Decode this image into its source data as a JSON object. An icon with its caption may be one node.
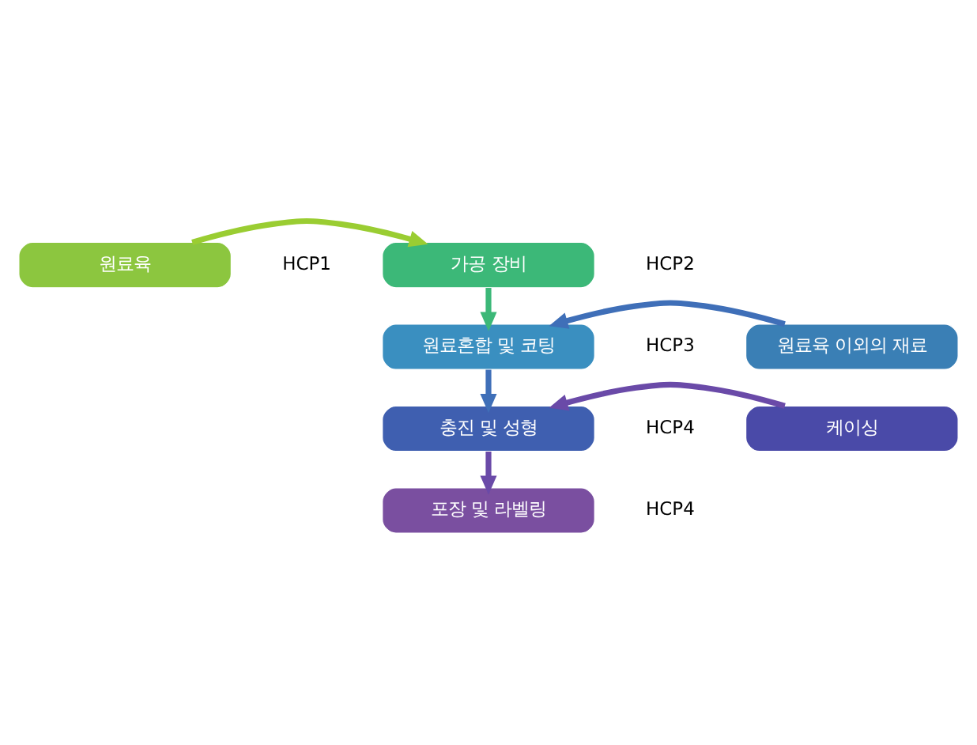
{
  "diagram": {
    "nodes": [
      {
        "text": [
          "원료육"
        ],
        "beside": [
          "HCP1"
        ]
      },
      {
        "text": [
          "가공 장비"
        ],
        "beside": [
          "HCP2"
        ]
      },
      {
        "text": [
          "원료혼합 및 코팅"
        ],
        "beside": [
          "HCP3"
        ]
      },
      {
        "text": [
          "충진 및 성형"
        ],
        "beside": [
          "HCP4"
        ]
      },
      {
        "text": [
          "포장 및 라벨링"
        ],
        "beside": [
          "HCP4"
        ]
      },
      {
        "text": [
          "원료육 이외의 재료"
        ]
      },
      {
        "text": [
          "케이싱"
        ]
      }
    ],
    "edges": [
      {
        "from": 0,
        "to": 1,
        "arrow": "to",
        "color": "#9acd32"
      },
      {
        "from": 1,
        "to": 2,
        "arrow": "to",
        "color": "#3cb878"
      },
      {
        "from": 2,
        "to": 3,
        "arrow": "to",
        "color": "#3f6fb8"
      },
      {
        "from": 3,
        "to": 4,
        "arrow": "to",
        "color": "#6a4aa8"
      },
      {
        "from": 5,
        "to": 2,
        "arrow": "to",
        "color": "#3f6fb8"
      },
      {
        "from": 6,
        "to": 3,
        "arrow": "to",
        "color": "#6a4aa8"
      }
    ]
  }
}
